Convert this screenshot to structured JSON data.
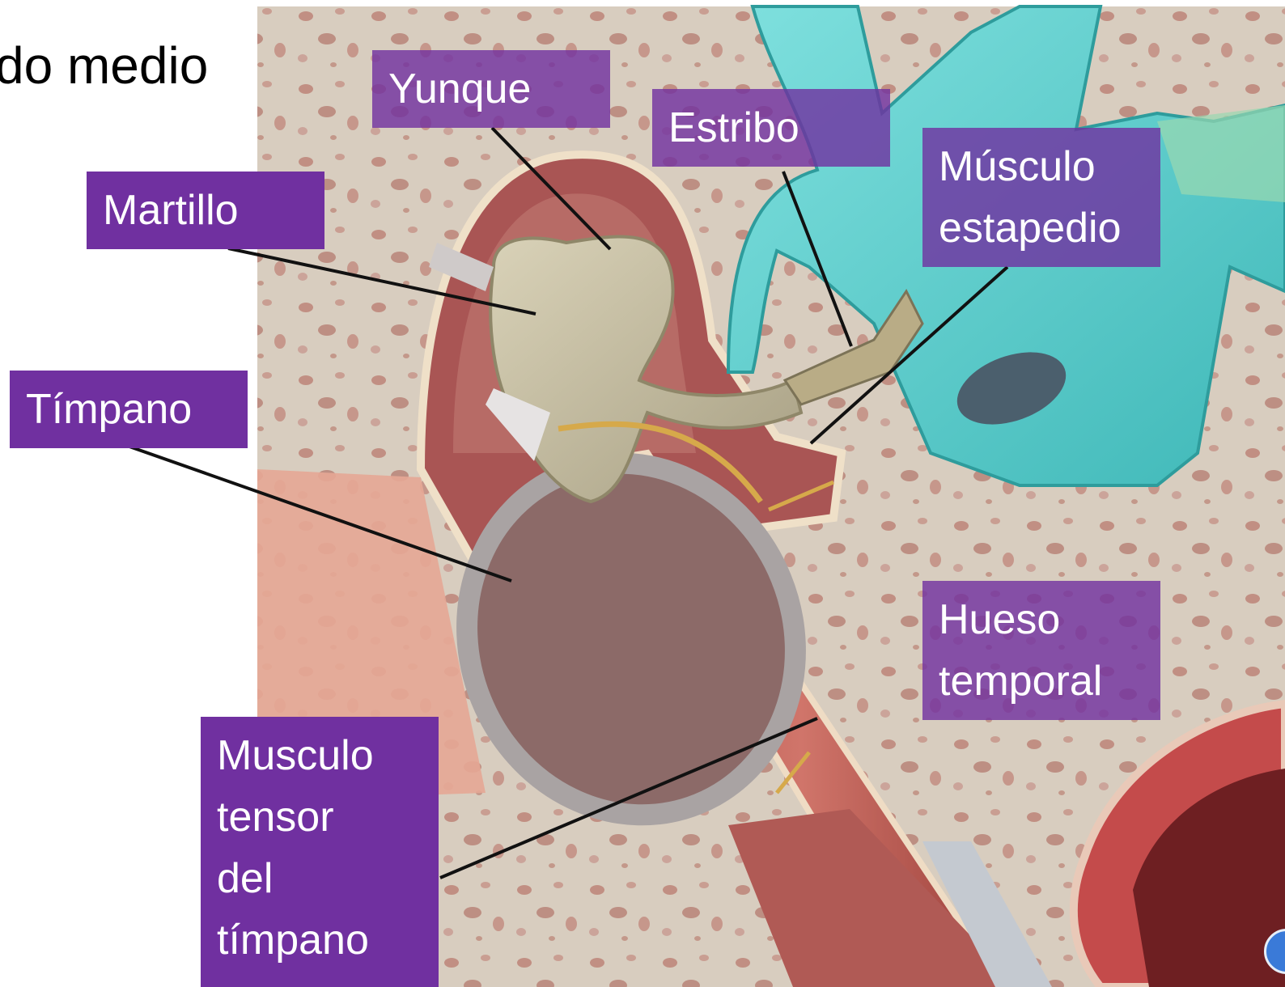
{
  "title": "do medio",
  "labels": {
    "yunque": "Yunque",
    "estribo": "Estribo",
    "musculo_estapedio": [
      "Músculo",
      "estapedio"
    ],
    "martillo": "Martillo",
    "timpano": "Tímpano",
    "hueso_temporal": [
      "Hueso",
      "temporal"
    ],
    "musculo_tensor": [
      "Musculo",
      "tensor",
      "del",
      "tímpano"
    ]
  },
  "colors": {
    "label_bg": "#7030a0",
    "label_text": "#ffffff",
    "leader_line": "#111111",
    "bone_bg": "#d9cfc2",
    "inner_ear": "#4fc6c4"
  }
}
